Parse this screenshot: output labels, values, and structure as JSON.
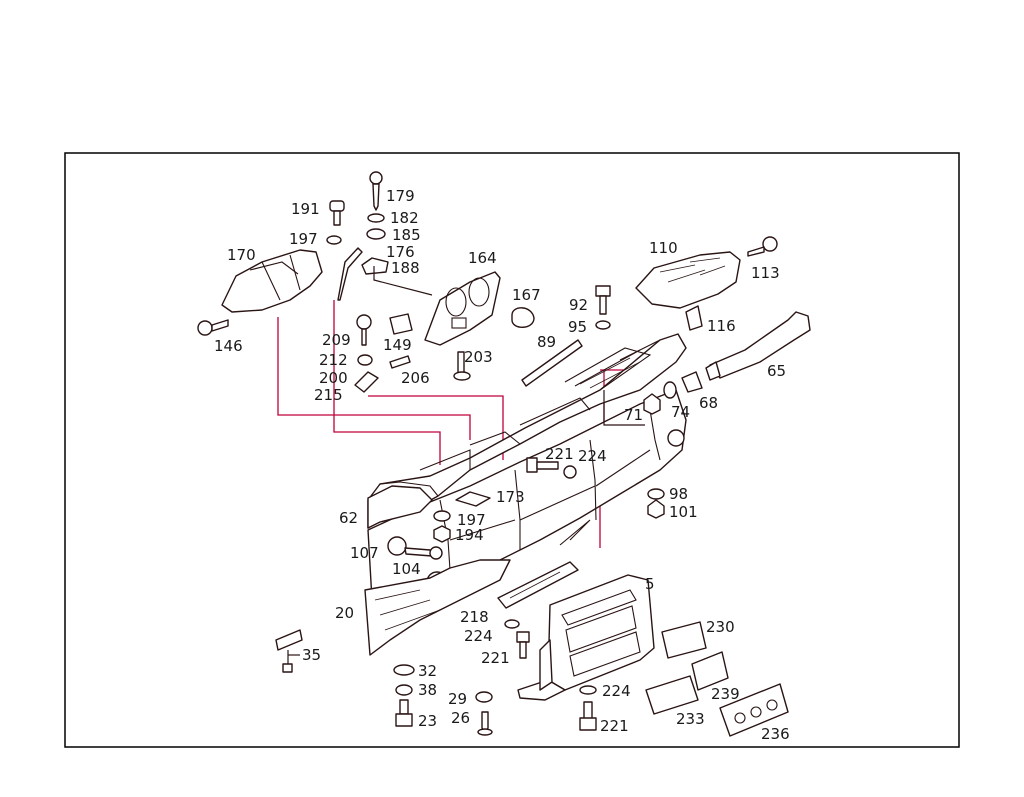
{
  "diagram": {
    "colors": {
      "ink": "#2a1414",
      "leader_red": "#c0003a",
      "frame": "#000000"
    },
    "labels": [
      "179",
      "191",
      "182",
      "185",
      "197",
      "176",
      "188",
      "170",
      "164",
      "110",
      "113",
      "167",
      "92",
      "95",
      "116",
      "146",
      "209",
      "149",
      "89",
      "212",
      "203",
      "206",
      "200",
      "65",
      "215",
      "71",
      "74",
      "68",
      "221",
      "224",
      "98",
      "101",
      "173",
      "62",
      "197",
      "194",
      "107",
      "104",
      "5",
      "218",
      "224",
      "230",
      "20",
      "221",
      "35",
      "32",
      "38",
      "224",
      "29",
      "239",
      "26",
      "23",
      "233",
      "221",
      "236"
    ]
  }
}
